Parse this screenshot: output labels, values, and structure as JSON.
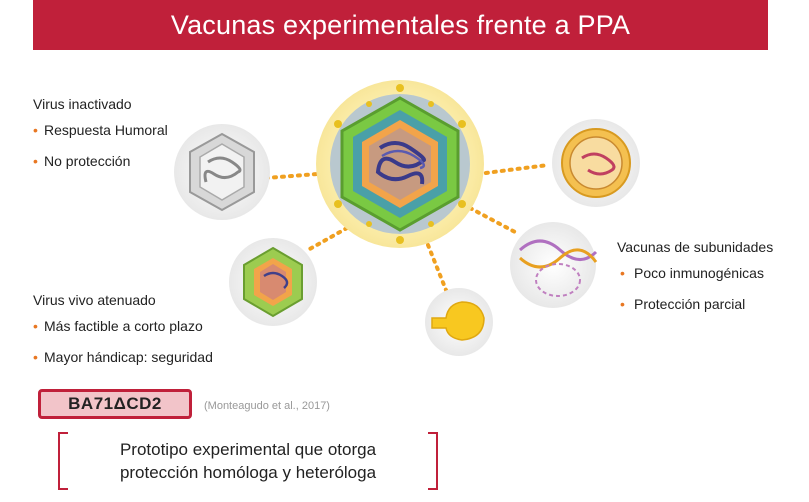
{
  "title": "Vacunas experimentales frente a PPA",
  "inactivated": {
    "heading": "Virus inactivado",
    "items": [
      "Respuesta Humoral",
      "No protección"
    ]
  },
  "attenuated": {
    "heading": "Virus vivo atenuado",
    "items": [
      "Más factible a corto plazo",
      "Mayor hándicap: seguridad"
    ]
  },
  "subunit": {
    "heading": "Vacunas de subunidades",
    "items": [
      "Poco inmunogénicas",
      "Protección parcial"
    ]
  },
  "highlight": "BA71ΔCD2",
  "citation": "(Monteagudo et al., 2017)",
  "prototype": {
    "line1": "Prototipo experimental que otorga",
    "line2": "protección homóloga y heteróloga"
  },
  "bullet_glyph": "•",
  "colors": {
    "title_bg": "#c0203a",
    "bullet": "#e87722",
    "connector": "#f0a020",
    "highlight_bg": "#f2c4c9"
  }
}
